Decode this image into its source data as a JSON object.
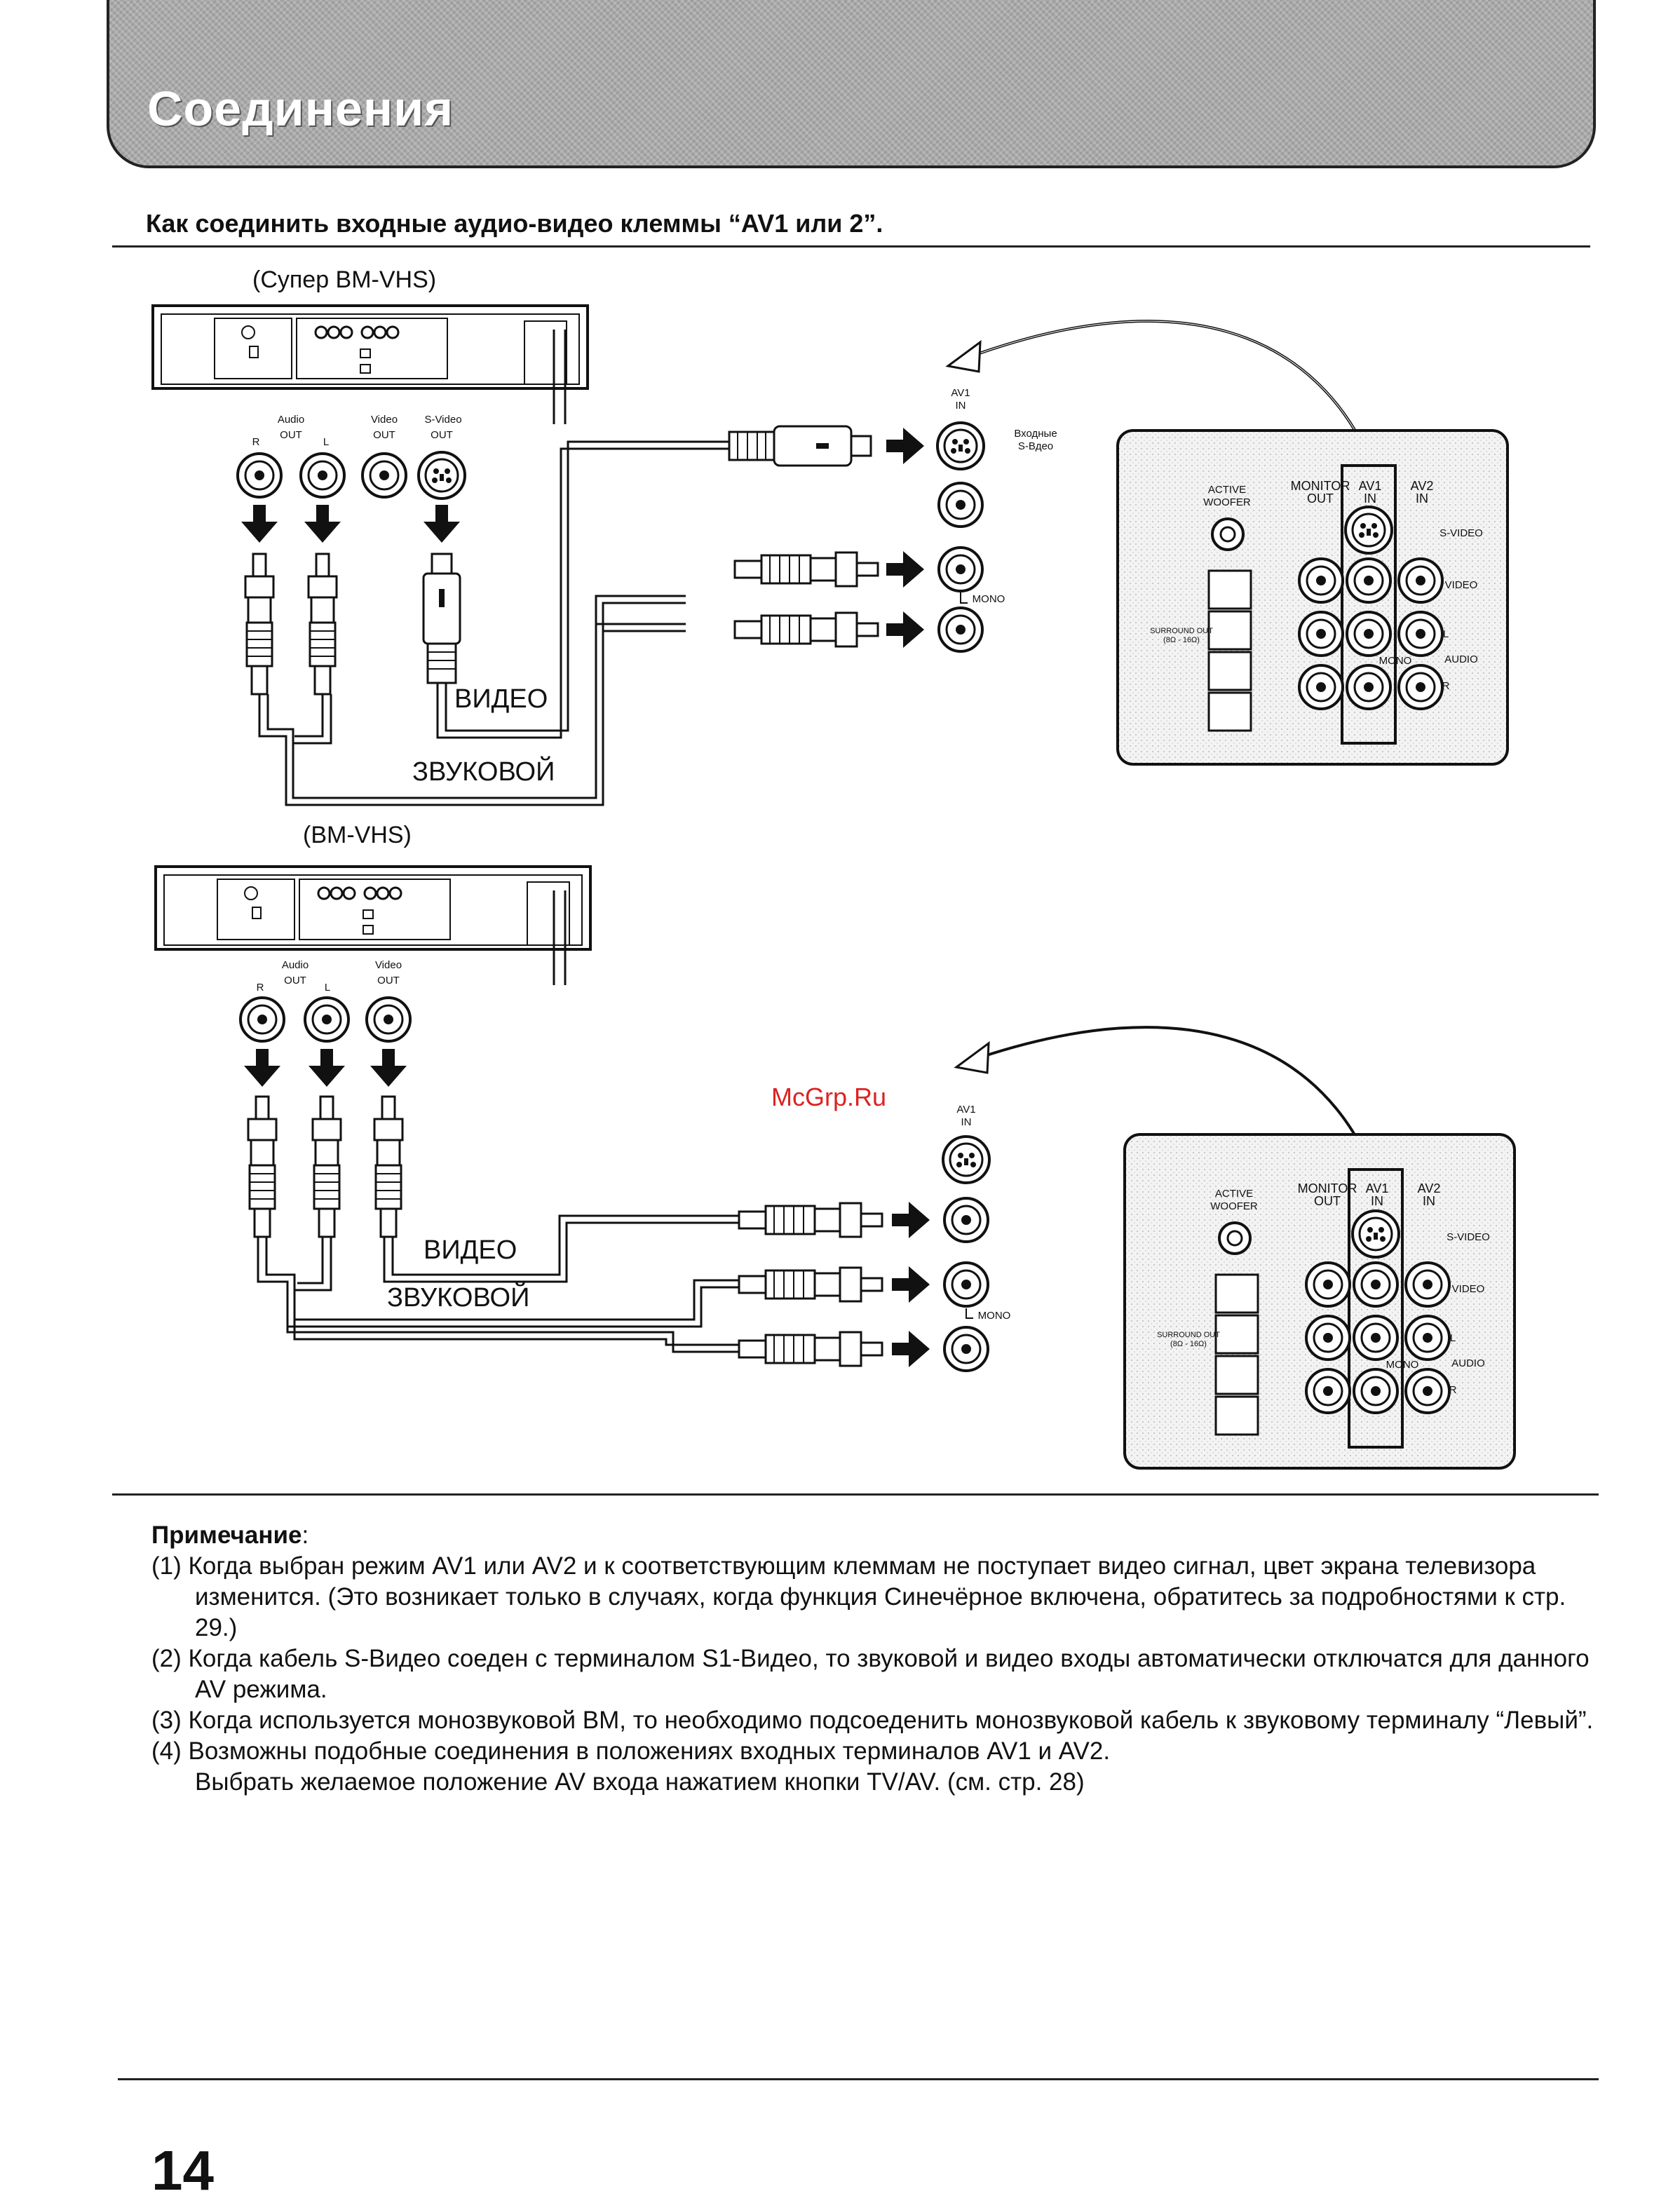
{
  "header": {
    "title": "Соединения",
    "subtitle": "Как соединить входные аудио-видео клеммы “AV1 или 2”."
  },
  "diagram_top": {
    "vcr_label": "(Супер ВМ-VHS)",
    "out_labels": {
      "audio": "Audio",
      "out": "OUT",
      "r": "R",
      "l": "L",
      "video": "Video",
      "svideo": "S-Video"
    },
    "tv_av1": "AV1\nIN",
    "svideo_input": "Входные\nS-Вдео",
    "mono": "MONO",
    "cable_video": "ВИДЕО",
    "cable_audio": "ЗВУКОВОЙ"
  },
  "diagram_bottom": {
    "vcr_label": "(ВМ-VHS)",
    "tv_av1": "AV1\nIN",
    "mono": "MONO",
    "cable_video": "ВИДЕО",
    "cable_audio": "ЗВУКОВОЙ"
  },
  "tv_panel": {
    "active_woofer": "ACTIVE\nWOOFER",
    "monitor_out": "MONITOR\nOUT",
    "av1_in": "AV1\nIN",
    "av2_in": "AV2\nIN",
    "s_video": "S-VIDEO",
    "video": "VIDEO",
    "audio": "AUDIO",
    "l": "L",
    "r": "R",
    "mono": "MONO",
    "surround": "SURROUND OUT\n(8Ω - 16Ω)"
  },
  "watermark": "McGrp.Ru",
  "notes": {
    "heading": "Примечание",
    "items": [
      "(1) Когда выбран режим AV1 или AV2 и к соответствующим клеммам не поступает видео сигнал, цвет экрана телевизора изменится. (Это возникает только в случаях, когда функция Синечёрное включена, обратитесь за подробностями к стр. 29.)",
      "(2) Когда кабель S-Видео соеден с терминалом S1-Видео, то звуковой и видео входы автоматически отключатся для данного AV режима.",
      "(3) Когда используется монозвуковой ВМ, то необходимо подсоеденить монозвуковой кабель к звуковому терминалу “Левый”.",
      "(4) Возможны подобные соединения в положениях входных терминалов AV1 и AV2.",
      "Выбрать желаемое положение AV входа нажатием кнопки TV/AV. (см. стр. 28)"
    ]
  },
  "page_number": "14"
}
